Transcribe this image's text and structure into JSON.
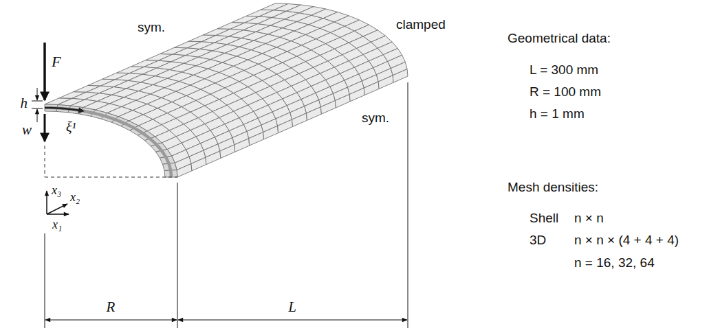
{
  "diagram": {
    "labels": [
      "sym.",
      "clamped",
      "sym.",
      "F",
      "h",
      "w",
      "ξ¹",
      "x₃",
      "x₂",
      "x₁",
      "R",
      "L",
      "Geometrical data:",
      "L = 300 mm",
      "R = 100 mm",
      "h = 1 mm",
      "Mesh densities:",
      "Shell",
      "n × n",
      "3D",
      "n × n × (4 + 4 + 4)",
      "n = 16, 32, 64"
    ]
  }
}
